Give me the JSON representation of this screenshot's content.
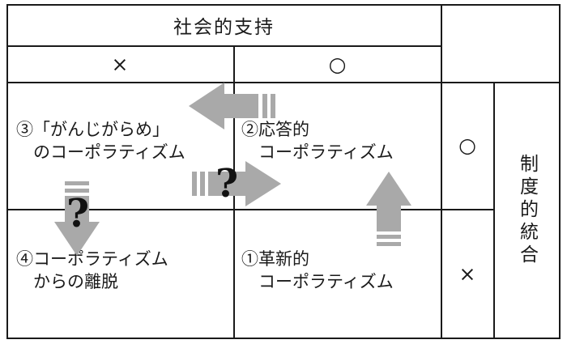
{
  "diagram": {
    "top_header": {
      "label": "社会的支持"
    },
    "col_labels": {
      "left": "×",
      "right": "○"
    },
    "side_header": {
      "label": "制度的統合"
    },
    "row_labels": {
      "top": "○",
      "bottom": "×"
    },
    "cells": {
      "top_left": {
        "line1": "③「がんじがらめ」",
        "line2": "のコーポラティズム"
      },
      "top_right": {
        "line1": "②応答的",
        "line2": "コーポラティズム"
      },
      "bottom_left": {
        "line1": "④コーポラティズム",
        "line2": "からの離脱"
      },
      "bottom_right": {
        "line1": "①革新的",
        "line2": "コーポラティズム"
      }
    },
    "annotations": {
      "question_center": "?",
      "question_left": "?"
    },
    "colors": {
      "arrow": "#a9a9a9",
      "line": "#1a1a1a",
      "background": "#ffffff",
      "text": "#1a1a1a"
    }
  }
}
